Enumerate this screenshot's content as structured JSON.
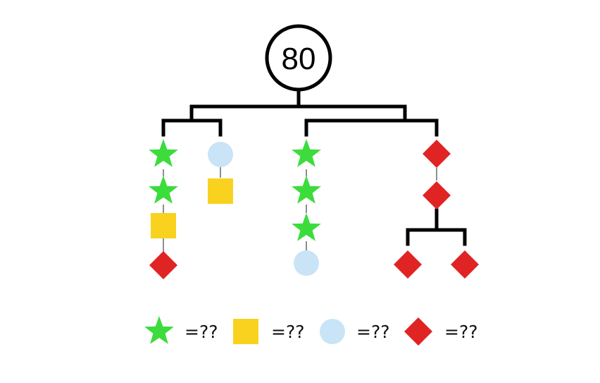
{
  "root": {
    "value": "80"
  },
  "colors": {
    "star": "#3cdc3c",
    "square": "#f8d21e",
    "circle": "#c8e4f6",
    "diamond": "#e02424",
    "line": "#000000",
    "connector": "#444444"
  },
  "groups": [
    {
      "chain": [
        "star",
        "star",
        "square",
        "diamond"
      ]
    },
    {
      "chain": [
        "circle",
        "square"
      ]
    },
    {
      "chain": [
        "star",
        "star",
        "star",
        "circle"
      ]
    },
    {
      "chain": [
        "diamond",
        "diamond"
      ],
      "split": [
        "diamond",
        "diamond"
      ]
    }
  ],
  "legend": [
    {
      "shape": "star",
      "icon": "green-star-icon",
      "text": "=??"
    },
    {
      "shape": "square",
      "icon": "yellow-square-icon",
      "text": "=??"
    },
    {
      "shape": "circle",
      "icon": "blue-circle-icon",
      "text": "=??"
    },
    {
      "shape": "diamond",
      "icon": "red-diamond-icon",
      "text": "=??"
    }
  ]
}
